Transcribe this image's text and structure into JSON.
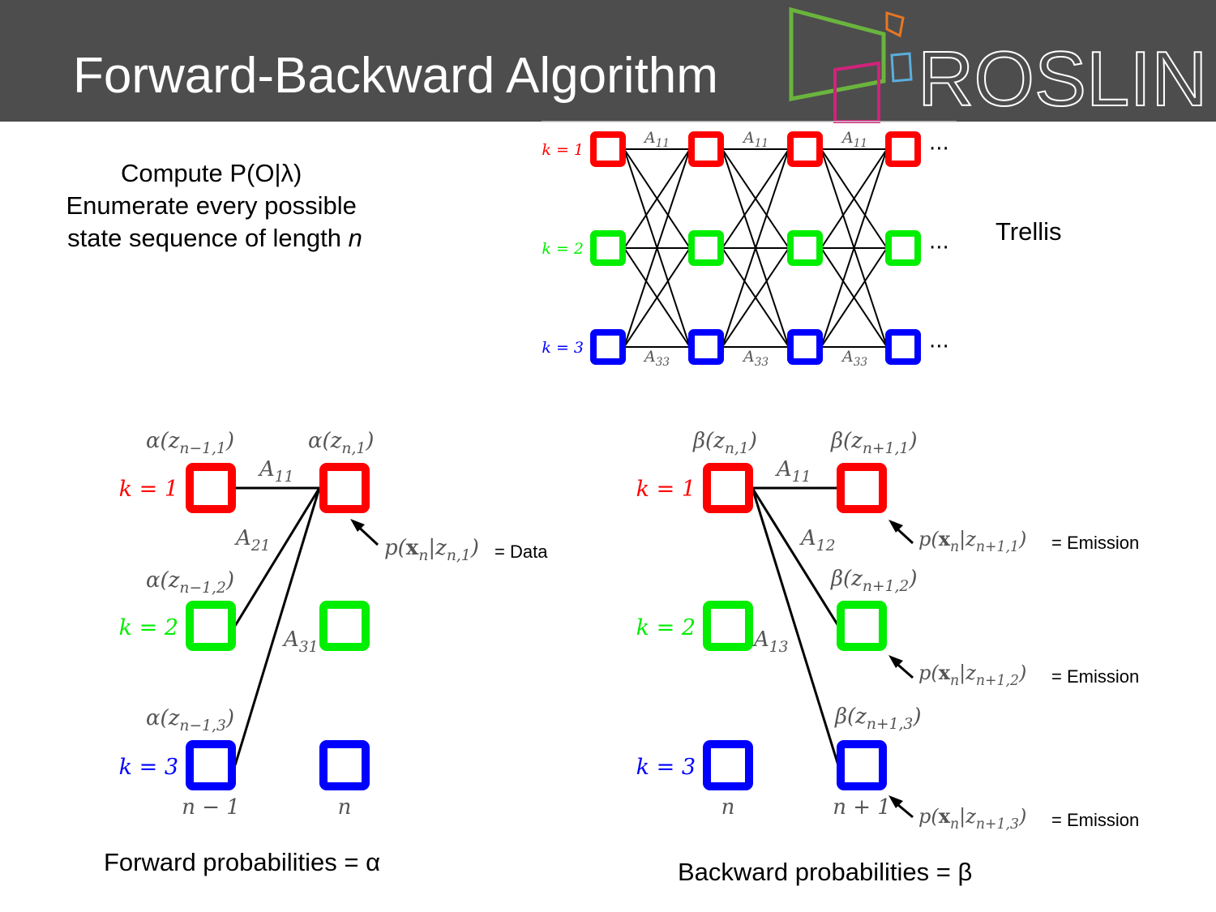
{
  "slide": {
    "title": "Forward-Backward Algorithm",
    "logo_text": "ROSLIN",
    "intro_lines": [
      "Compute P(O|λ)",
      "Enumerate every possible",
      "state sequence of length "
    ],
    "intro_var": "n",
    "trellis_label": "Trellis",
    "forward_caption": "Forward probabilities = α",
    "backward_caption": "Backward probabilities = β"
  },
  "colors": {
    "k1": "#ff0000",
    "k2": "#00ee00",
    "k3": "#0000ff",
    "header": "#4d4d4d"
  },
  "trellis": {
    "k_labels": [
      "k = 1",
      "k = 2",
      "k = 3"
    ],
    "top_edges": [
      "11",
      "11",
      "11"
    ],
    "bottom_edges": [
      "33",
      "33",
      "33"
    ],
    "ellipsis": "···"
  },
  "forward": {
    "k_labels": [
      "k = 1",
      "k = 2",
      "k = 3"
    ],
    "alpha_prev": [
      "n−1,1",
      "n−1,2",
      "n−1,3"
    ],
    "alpha_cur": "n,1",
    "edges": [
      "11",
      "21",
      "31"
    ],
    "cols": [
      "n − 1",
      "n"
    ],
    "emission": "n,1",
    "emission_suffix": "= Data"
  },
  "backward": {
    "k_labels": [
      "k = 1",
      "k = 2",
      "k = 3"
    ],
    "beta_cur": "n,1",
    "beta_next": [
      "n+1,1",
      "n+1,2",
      "n+1,3"
    ],
    "edges": [
      "11",
      "12",
      "13"
    ],
    "cols": [
      "n",
      "n + 1"
    ],
    "emissions": [
      "n+1,1",
      "n+1,2",
      "n+1,3"
    ],
    "emission_suffix": "= Emission"
  }
}
